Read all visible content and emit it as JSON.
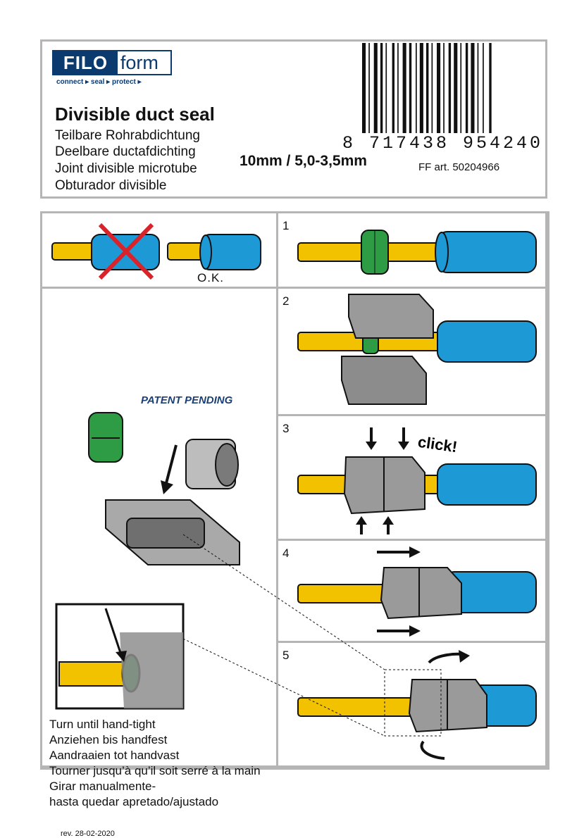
{
  "header": {
    "logo_left": "FILO",
    "logo_right": "form",
    "tagline": "connect ▸ seal ▸ protect ▸",
    "title": "Divisible duct seal",
    "subtitles": [
      "Teilbare Rohrabdichtung",
      "Deelbare ductafdichting",
      "Joint divisible microtube",
      "Obturador divisible"
    ],
    "spec": "10mm / 5,0-3,5mm",
    "article": "FF art. 50204966",
    "barcode_number": "8 717438 954240"
  },
  "panels": {
    "ok_label": "O.K.",
    "patent": "PATENT PENDING",
    "steps": [
      "1",
      "2",
      "3",
      "4",
      "5"
    ],
    "click": "click!",
    "instructions": [
      "Turn until hand-tight",
      "Anziehen bis handfest",
      "Aandraaien tot handvast",
      "Tourner jusqu’à qu’il soit serré à la main",
      "Girar manualmente-",
      "hasta quedar apretado/ajustado"
    ],
    "revision": "rev. 28-02-2020"
  },
  "colors": {
    "brand": "#0b3a6f",
    "fiber": "#f2c200",
    "duct": "#1d9ad6",
    "seal_ring": "#2e9b45",
    "coupler": "#8a8a8a",
    "cross": "#d8232a",
    "border": "#b5b5b5"
  }
}
